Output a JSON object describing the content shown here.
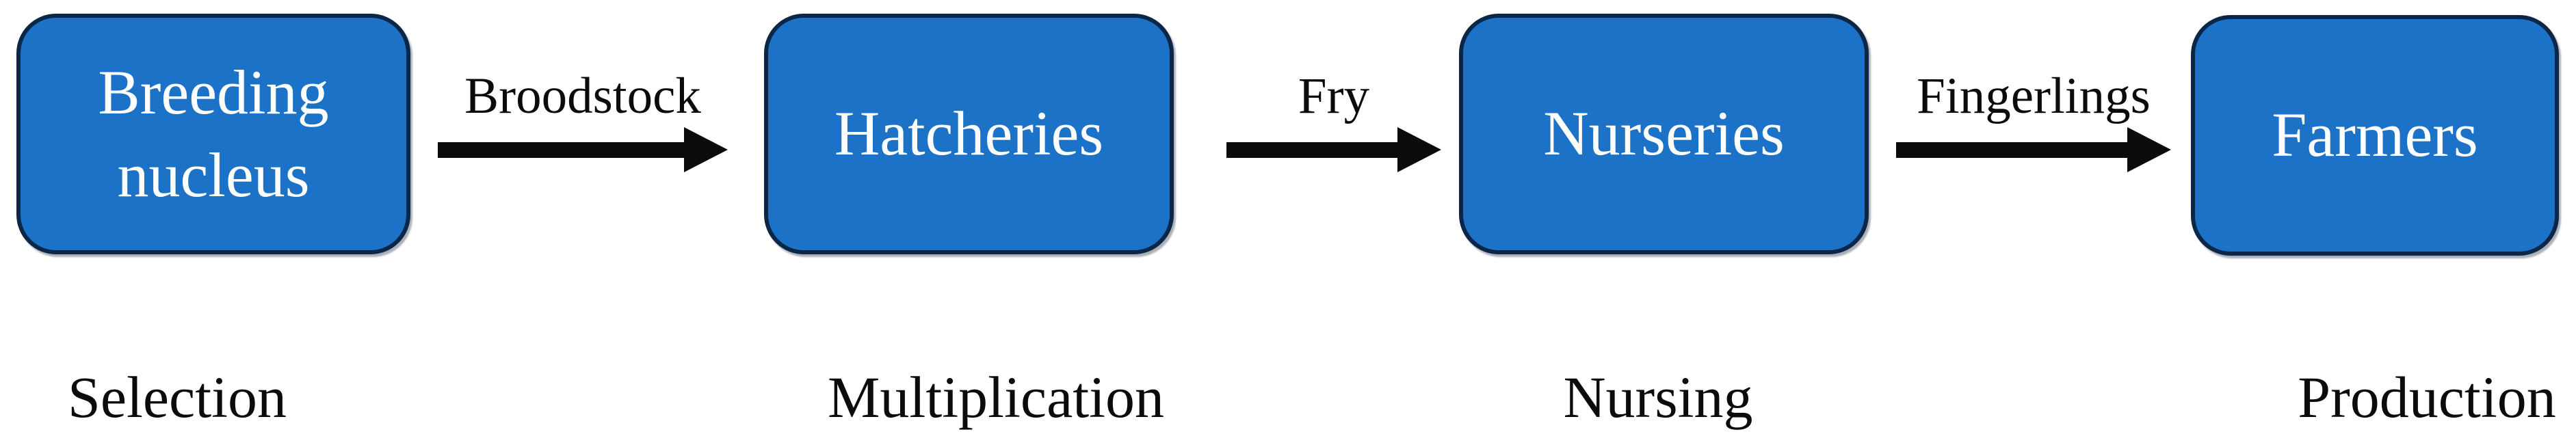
{
  "diagram": {
    "type": "flowchart",
    "direction": "left-to-right",
    "colors": {
      "box_fill": "#1b72c6",
      "box_border": "#0b2647",
      "box_text": "#ffffff",
      "arrow": "#0b0b0b",
      "label_text": "#0b0b0b",
      "background": "#ffffff"
    },
    "nodes": [
      {
        "id": "breeding-nucleus",
        "label": "Breeding nucleus",
        "stage": "Selection"
      },
      {
        "id": "hatcheries",
        "label": "Hatcheries",
        "stage": "Multiplication"
      },
      {
        "id": "nurseries",
        "label": "Nurseries",
        "stage": "Nursing"
      },
      {
        "id": "farmers",
        "label": "Farmers",
        "stage": "Production"
      }
    ],
    "arrows": [
      {
        "from": "breeding-nucleus",
        "to": "hatcheries",
        "label": "Broodstock"
      },
      {
        "from": "hatcheries",
        "to": "nurseries",
        "label": "Fry"
      },
      {
        "from": "nurseries",
        "to": "farmers",
        "label": "Fingerlings"
      }
    ]
  }
}
